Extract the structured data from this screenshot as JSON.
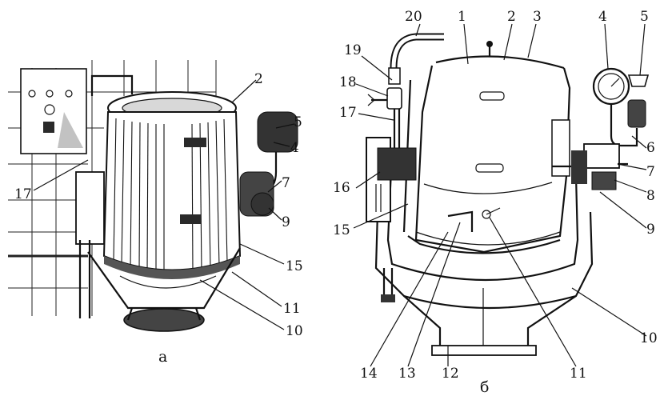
{
  "figure_a": {
    "caption": "а",
    "labels": [
      "2",
      "5",
      "4",
      "7",
      "9",
      "15",
      "11",
      "10",
      "17"
    ]
  },
  "figure_b": {
    "caption": "б",
    "labels": [
      "20",
      "1",
      "2",
      "3",
      "4",
      "5",
      "19",
      "18",
      "17",
      "16",
      "15",
      "6",
      "7",
      "8",
      "9",
      "10",
      "11",
      "12",
      "13",
      "14"
    ]
  }
}
